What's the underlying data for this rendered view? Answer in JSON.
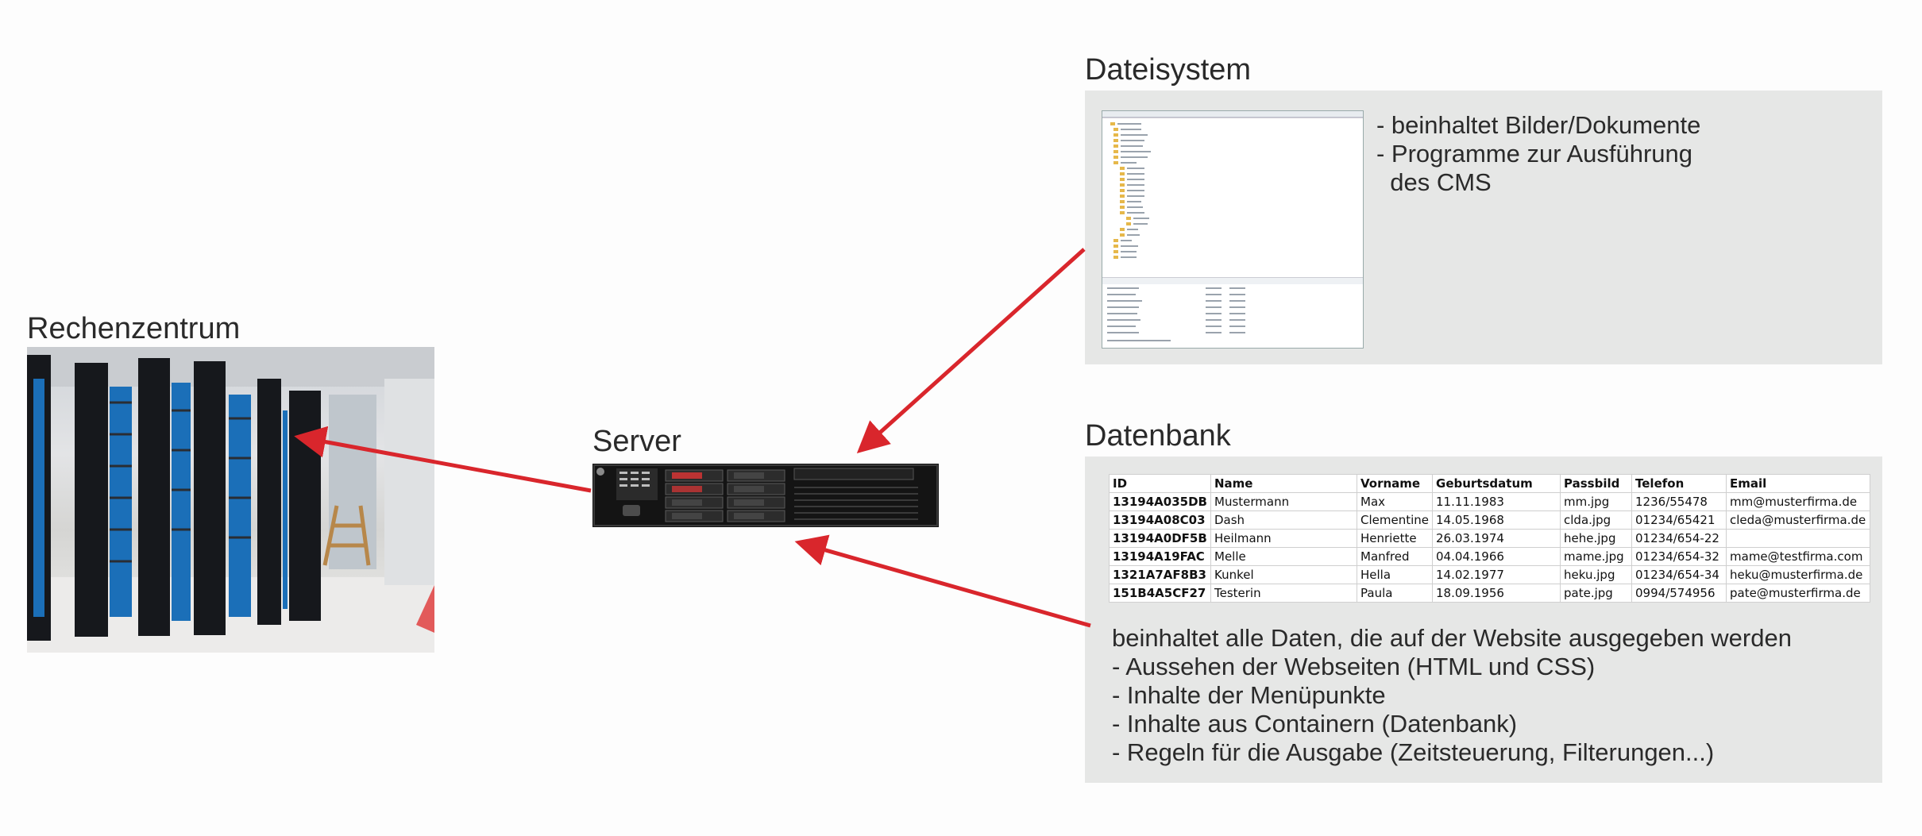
{
  "labels": {
    "rechenzentrum": "Rechenzentrum",
    "server": "Server",
    "dateisystem": "Dateisystem",
    "datenbank": "Datenbank"
  },
  "dateisystem": {
    "bullets": [
      "- beinhaltet Bilder/Dokumente",
      "- Programme zur Ausführung",
      "  des CMS"
    ]
  },
  "datenbank": {
    "table": {
      "headers": [
        "ID",
        "Name",
        "Vorname",
        "Geburtsdatum",
        "Passbild",
        "Telefon",
        "Email"
      ],
      "rows": [
        [
          "13194A035DB",
          "Mustermann",
          "Max",
          "11.11.1983",
          "mm.jpg",
          "1236/55478",
          "mm@musterfirma.de"
        ],
        [
          "13194A08C03",
          "Dash",
          "Clementine",
          "14.05.1968",
          "clda.jpg",
          "01234/65421",
          "cleda@musterfirma.de"
        ],
        [
          "13194A0DF5B",
          "Heilmann",
          "Henriette",
          "26.03.1974",
          "hehe.jpg",
          "01234/654-22",
          ""
        ],
        [
          "13194A19FAC",
          "Melle",
          "Manfred",
          "04.04.1966",
          "mame.jpg",
          "01234/654-32",
          "mame@testfirma.com"
        ],
        [
          "1321A7AF8B3",
          "Kunkel",
          "Hella",
          "14.02.1977",
          "heku.jpg",
          "01234/654-34",
          "heku@musterfirma.de"
        ],
        [
          "151B4A5CF27",
          "Testerin",
          "Paula",
          "18.09.1956",
          "pate.jpg",
          "0994/574956",
          "pate@musterfirma.de"
        ]
      ]
    },
    "bullets": [
      "beinhaltet alle Daten, die auf der Website ausgegeben werden",
      "- Aussehen der Webseiten (HTML und CSS)",
      "- Inhalte der Menüpunkte",
      "- Inhalte aus Containern (Datenbank)",
      "- Regeln für die Ausgabe (Zeitsteuerung, Filterungen...)"
    ]
  },
  "colors": {
    "arrow": "#d9262c",
    "panel": "#e6e7e6"
  }
}
